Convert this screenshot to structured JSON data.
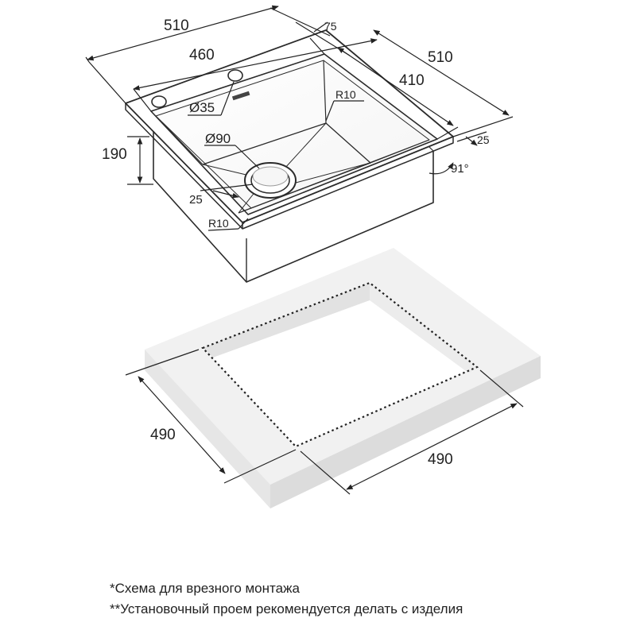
{
  "dimensions": {
    "overall_width": "510",
    "bowl_width": "460",
    "rim_offset": "75",
    "overall_depth": "510",
    "bowl_depth": "410",
    "tap_hole": "Ø35",
    "corner_radius_top": "R10",
    "drain": "Ø90",
    "bowl_height": "190",
    "rim_width_left": "25",
    "corner_radius_bottom": "R10",
    "rim_width_right": "25",
    "wall_angle": "91°"
  },
  "cutout": {
    "depth": "490",
    "width": "490"
  },
  "notes": {
    "line1": "*Схема для врезного монтажа",
    "line2": "**Установочный проем рекомендуется делать с изделия"
  }
}
